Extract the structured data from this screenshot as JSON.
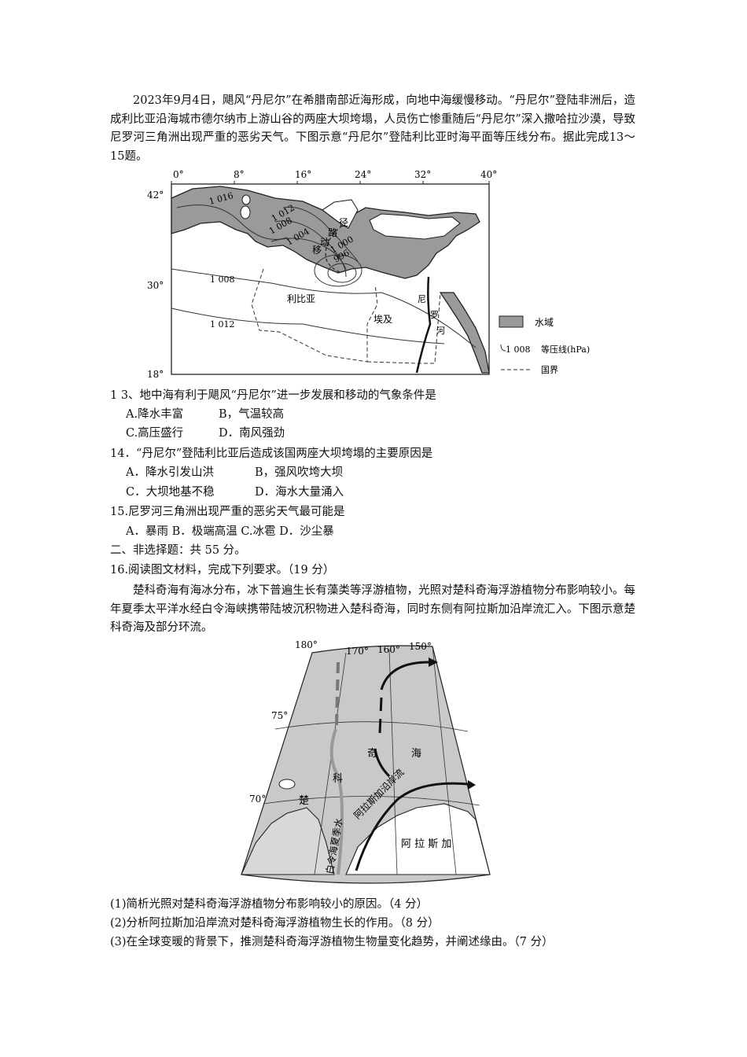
{
  "intro": "2023年9月4日，飓风“丹尼尔”在希腊南部近海形成，向地中海缓慢移动。“丹尼尔”登陆非洲后，造成利比亚沿海城市德尔纳市上游山谷的两座大坝垮塌，人员伤亡惨重随后“丹尼尔”深入撒哈拉沙漠，导致尼罗河三角洲出现严重的恶劣天气。下图示意“丹尼尔”登陆利比亚时海平面等压线分布。据此完成13～15题。",
  "map1": {
    "lon_labels": [
      "0°",
      "8°",
      "16°",
      "24°",
      "32°",
      "40°"
    ],
    "lat_labels": [
      "42°",
      "30°",
      "18°"
    ],
    "isobars": [
      "1 016",
      "1 012",
      "1 008",
      "1 004",
      "1 000",
      "996",
      "1 008",
      "1 012"
    ],
    "path_chars": [
      "径",
      "路",
      "动",
      "移"
    ],
    "countries": [
      "利比亚",
      "埃及"
    ],
    "river_chars": [
      "尼",
      "罗",
      "河"
    ],
    "legend": {
      "water": "水域",
      "isobar_sample": "1 008",
      "isobar": "等压线(hPa)",
      "border": "国界"
    }
  },
  "q13": {
    "stem": "1 3、地中海有利于飓风“丹尼尔”进一步发展和移动的气象条件是",
    "A": "A.降水丰富",
    "B": "B，气温较高",
    "C": "C.高压盛行",
    "D": "D．南风强劲"
  },
  "q14": {
    "stem": "14．“丹尼尔”登陆利比亚后造成该国两座大坝垮塌的主要原因是",
    "A": "A．降水引发山洪",
    "B": "B，强风吹垮大坝",
    "C": "C．大坝地基不稳",
    "D": "D．海水大量涌入"
  },
  "q15": {
    "stem": "15.尼罗河三角洲出现严重的恶劣天气最可能是",
    "options": "A．暴雨 B．极端高温   C.冰雹 D．沙尘暴"
  },
  "section2": "二、非选择题：共 55 分。",
  "q16": {
    "stem": "16.阅读图文材料，完成下列要求。（19 分）",
    "material": "楚科奇海有海冰分布，冰下普遍生长有藻类等浮游植物，光照对楚科奇海浮游植物分布影响较小。每年夏季太平洋水经白令海峡携带陆坡沉积物进入楚科奇海，同时东侧有阿拉斯加沿岸流汇入。下图示意楚科奇海及部分环流。",
    "sub1": "(1)简析光照对楚科奇海浮游植物分布影响较小的原因。（4 分）",
    "sub2": "(2)分析阿拉斯加沿岸流对楚科奇海浮游植物生长的作用。（8 分）",
    "sub3": "(3)在全球变暖的背景下，推测楚科奇海浮游植物生物量变化趋势，并阐述缘由。（7 分）"
  },
  "map2": {
    "lon_labels": [
      "180°",
      "170°",
      "160°",
      "150°"
    ],
    "lat_labels": [
      "75°",
      "70°"
    ],
    "sea_chars": [
      "楚",
      "科",
      "奇",
      "海"
    ],
    "current1": "白令海夏季水",
    "current2": "阿拉斯加沿岸流",
    "land": "阿 拉 斯 加"
  }
}
